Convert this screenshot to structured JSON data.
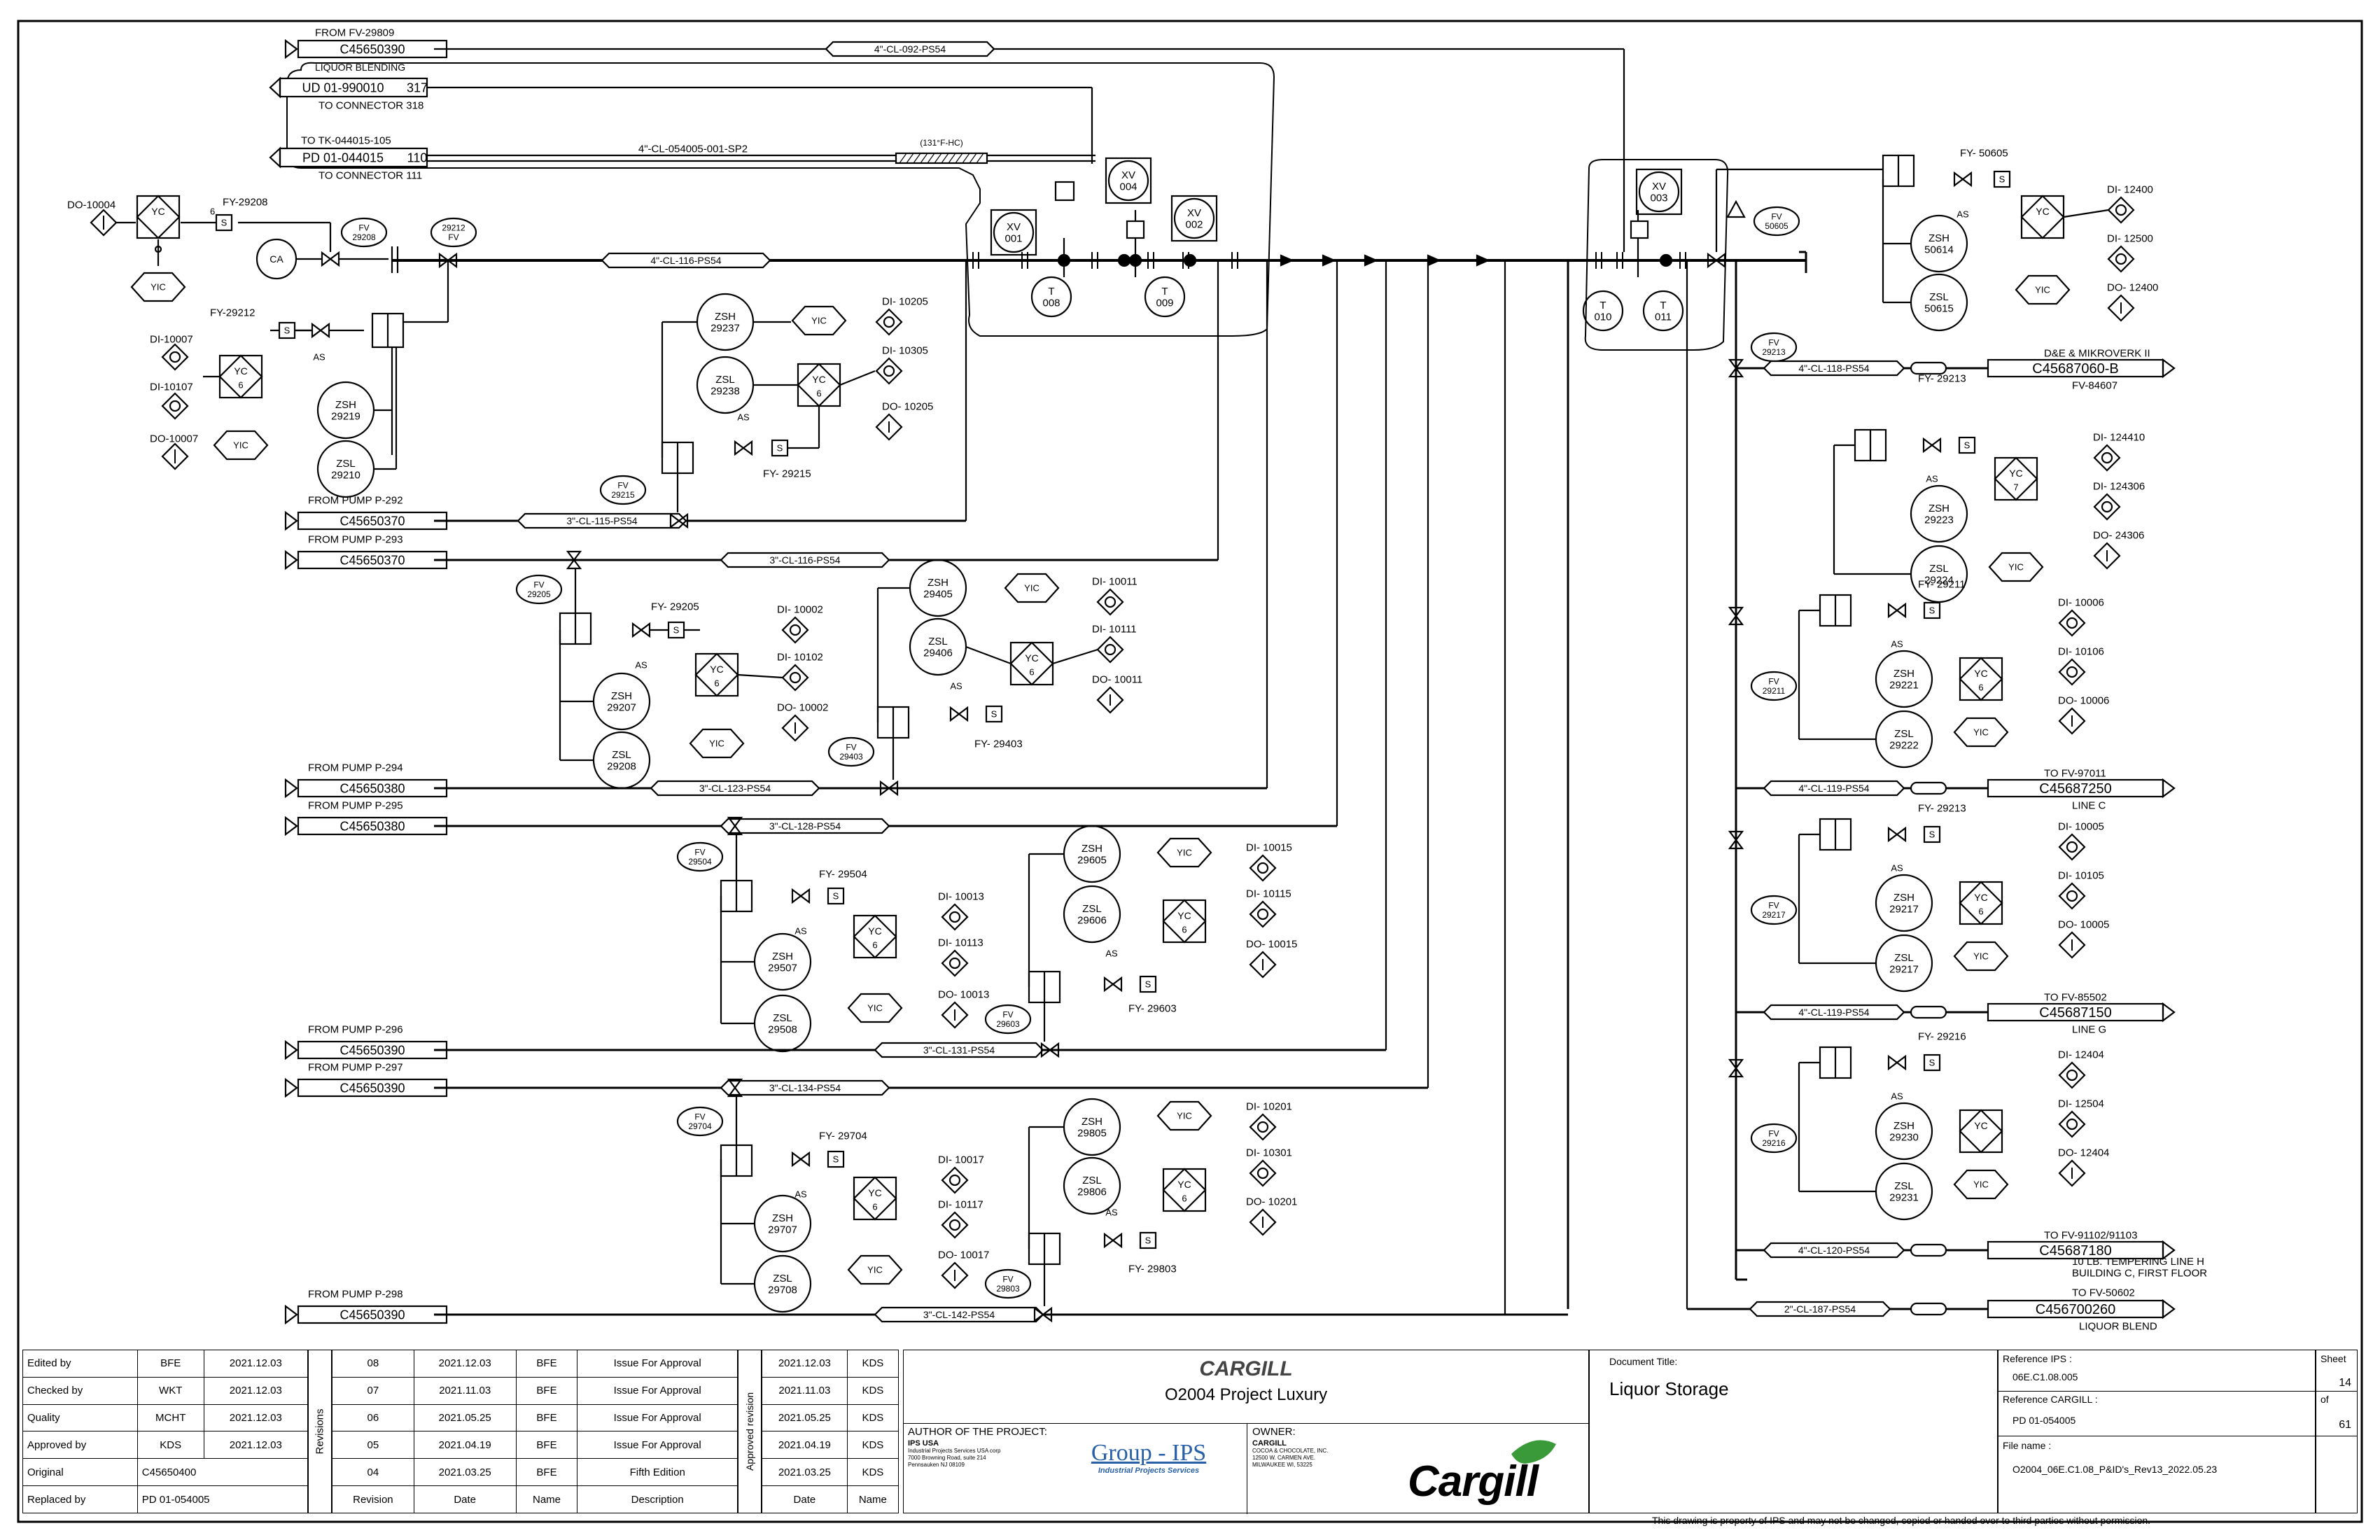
{
  "drawing": {
    "top_connectors": {
      "fv29809": {
        "from": "FROM FV-29809",
        "tag": "C45650390",
        "line": "4\"-CL-092-PS54"
      },
      "liquor_blending": {
        "label": "LIQUOR BLENDING",
        "tag": "UD 01-990010",
        "num": "317",
        "to": "TO CONNECTOR 318"
      },
      "tk044015": {
        "label": "TO TK-044015-105",
        "tag": "PD 01-044015",
        "num": "110",
        "to": "TO CONNECTOR 111",
        "line": "4\"-CL-054005-001-SP2",
        "heat": "(131°F-HC)"
      }
    },
    "header": {
      "line": "4\"-CL-116-PS54",
      "ca": "CA",
      "fv29208": "FV\n29208",
      "fv29212": "29212\nFV"
    },
    "left_group": {
      "do10004": "DO-10004",
      "fy29208": "FY-29208",
      "yc": "YC",
      "yic": "YIC",
      "fy29212": "FY-29212",
      "as": "AS",
      "di10007": "DI-10007",
      "di10107": "DI-10107",
      "do10007": "DO-10007",
      "zsh29219": "ZSH\n29219",
      "zsl29210": "ZSL\n29210",
      "six": "6",
      "s": "S"
    },
    "xv": {
      "xv001": "XV\n001",
      "xv004": "XV\n004",
      "xv002": "XV\n002",
      "xv003": "XV\n003",
      "t008": "T\n008",
      "t009": "T\n009",
      "t010": "T\n010",
      "t011": "T\n011"
    },
    "pump_groups": [
      {
        "from": "FROM PUMP P-292",
        "tag": "C45650370",
        "line": "3\"-CL-115-PS54",
        "fv": "FV\n29215",
        "fy": "FY- 29215",
        "zsh": "ZSH\n29237",
        "zsl": "ZSL\n29238",
        "di1": "DI- 10205",
        "di2": "DI- 10305",
        "do": "DO- 10205"
      },
      {
        "from": "FROM PUMP P-293",
        "tag": "C45650370",
        "line": "3\"-CL-116-PS54",
        "fv": "FV\n29205",
        "fy": "FY- 29205",
        "zsh": "ZSH\n29207",
        "zsl": "ZSL\n29208",
        "di1": "DI- 10002",
        "di2": "DI- 10102",
        "do": "DO- 10002"
      },
      {
        "from": "FROM PUMP P-294",
        "tag": "C45650380",
        "line": "3\"-CL-123-PS54",
        "fv": "FV\n29403",
        "fy": "FY- 29403",
        "zsh": "ZSH\n29405",
        "zsl": "ZSL\n29406",
        "di1": "DI- 10011",
        "di2": "DI- 10111",
        "do": "DO- 10011"
      },
      {
        "from": "FROM PUMP P-295",
        "tag": "C45650380",
        "line": "3\"-CL-128-PS54",
        "fv": "FV\n29504",
        "fy": "FY- 29504",
        "zsh": "ZSH\n29507",
        "zsl": "ZSL\n29508",
        "di1": "DI- 10013",
        "di2": "DI- 10113",
        "do": "DO- 10013"
      },
      {
        "from": "FROM PUMP P-296",
        "tag": "C45650390",
        "line": "3\"-CL-131-PS54",
        "fv": "FV\n29603",
        "fy": "FY- 29603",
        "zsh": "ZSH\n29605",
        "zsl": "ZSL\n29606",
        "di1": "DI- 10015",
        "di2": "DI- 10115",
        "do": "DO- 10015"
      },
      {
        "from": "FROM PUMP P-297",
        "tag": "C45650390",
        "line": "3\"-CL-134-PS54",
        "fv": "FV\n29704",
        "fy": "FY- 29704",
        "zsh": "ZSH\n29707",
        "zsl": "ZSL\n29708",
        "di1": "DI- 10017",
        "di2": "DI- 10117",
        "do": "DO- 10017"
      },
      {
        "from": "FROM PUMP P-298",
        "tag": "C45650390",
        "line": "3\"-CL-142-PS54",
        "fv": "FV\n29803",
        "fy": "FY- 29803",
        "zsh": "ZSH\n29805",
        "zsl": "ZSL\n29806",
        "di1": "DI- 10201",
        "di2": "DI- 10301",
        "do": "DO- 10201"
      }
    ],
    "right_top": {
      "fv50605": "FV\n50605",
      "fy50605": "FY- 50605",
      "zsh": "ZSH\n50614",
      "zsl": "ZSL\n50615",
      "di1": "DI- 12400",
      "di2": "DI- 12500",
      "do": "DO- 12400"
    },
    "right_groups": [
      {
        "fv": "FV\n29213",
        "fy": "FY- 29213",
        "line": "4\"-CL-118-PS54",
        "tag": "C45687060-B",
        "top": "D&E & MIKROVERK II",
        "bottom": "FV-84607",
        "zsh": "ZSH\n29223",
        "zsl": "ZSL\n29224",
        "di1": "DI- 124410",
        "di2": "DI- 124306",
        "do": "DO- 24306",
        "yc_n": "7"
      },
      {
        "fv": "FV\n29211",
        "fy": "FY- 29211",
        "line": "4\"-CL-119-PS54",
        "tag": "C45687250",
        "top": "TO FV-97011",
        "bottom": "LINE C",
        "zsh": "ZSH\n29221",
        "zsl": "ZSL\n29222",
        "di1": "DI- 10006",
        "di2": "DI- 10106",
        "do": "DO- 10006",
        "yc_n": "6"
      },
      {
        "fv": "FV\n29217",
        "fy": "FY- 29213",
        "line": "4\"-CL-119-PS54",
        "tag": "C45687150",
        "top": "TO FV-85502",
        "bottom": "LINE G",
        "zsh": "ZSH\n29217",
        "zsl": "ZSL\n29217",
        "di1": "DI- 10005",
        "di2": "DI- 10105",
        "do": "DO- 10005",
        "yc_n": "6"
      },
      {
        "fv": "FV\n29216",
        "fy": "FY- 29216",
        "line": "4\"-CL-120-PS54",
        "tag": "C45687180",
        "top": "TO FV-91102/91103",
        "bottom": "10 LB. TEMPERING LINE H\nBUILDING C, FIRST FLOOR",
        "zsh": "ZSH\n29230",
        "zsl": "ZSL\n29231",
        "di1": "DI- 12404",
        "di2": "DI- 12504",
        "do": "DO- 12404",
        "yc_n": ""
      }
    ],
    "liquor_blend": {
      "line": "2\"-CL-187-PS54",
      "tag": "C456700260",
      "top": "TO FV-50602",
      "bottom": "LIQUOR BLEND"
    }
  },
  "title_block": {
    "approvals": [
      {
        "role": "Edited by",
        "name": "BFE",
        "date": "2021.12.03"
      },
      {
        "role": "Checked by",
        "name": "WKT",
        "date": "2021.12.03"
      },
      {
        "role": "Quality",
        "name": "MCHT",
        "date": "2021.12.03"
      },
      {
        "role": "Approved by",
        "name": "KDS",
        "date": "2021.12.03"
      }
    ],
    "original_label": "Original",
    "original_value": "C45650400",
    "replaced_label": "Replaced by",
    "replaced_value": "PD 01-054005",
    "revisions_label": "Revisions",
    "approved_revision_label": "Approved revision",
    "revisions": [
      {
        "rev": "08",
        "date": "2021.12.03",
        "name": "BFE",
        "desc": "Issue For Approval",
        "appr_date": "2021.12.03",
        "appr_name": "KDS"
      },
      {
        "rev": "07",
        "date": "2021.11.03",
        "name": "BFE",
        "desc": "Issue For Approval",
        "appr_date": "2021.11.03",
        "appr_name": "KDS"
      },
      {
        "rev": "06",
        "date": "2021.05.25",
        "name": "BFE",
        "desc": "Issue For Approval",
        "appr_date": "2021.05.25",
        "appr_name": "KDS"
      },
      {
        "rev": "05",
        "date": "2021.04.19",
        "name": "BFE",
        "desc": "Issue For Approval",
        "appr_date": "2021.04.19",
        "appr_name": "KDS"
      },
      {
        "rev": "04",
        "date": "2021.03.25",
        "name": "BFE",
        "desc": "Fifth Edition",
        "appr_date": "2021.03.25",
        "appr_name": "KDS"
      }
    ],
    "rev_headers": {
      "revision": "Revision",
      "date": "Date",
      "name": "Name",
      "description": "Description",
      "appr_date": "Date",
      "appr_name": "Name"
    },
    "client": "CARGILL",
    "project": "O2004 Project Luxury",
    "author_label": "AUTHOR OF THE PROJECT:",
    "author_name": "IPS USA",
    "author_addr": "Industrial Projects Services USA corp\n7000 Browning Road, suite 214\nPennsauken NJ 08109",
    "group_ips": "Group - IPS",
    "group_ips_sub": "Industrial Projects Services",
    "owner_label": "OWNER:",
    "owner_name": "CARGILL",
    "owner_addr": "COCOA & CHOCOLATE, INC.\n12500 W. CARMEN AVE.\nMILWAUKEE WI, 53225",
    "cargill_logo": "Cargill",
    "doc_title_label": "Document Title:",
    "doc_title": "Liquor Storage",
    "ref_ips_label": "Reference IPS :",
    "ref_ips": "06E.C1.08.005",
    "ref_cargill_label": "Reference CARGILL :",
    "ref_cargill": "PD 01-054005",
    "file_label": "File name :",
    "file_name": "O2004_06E.C1.08_P&ID's_Rev13_2022.05.23",
    "sheet_label": "Sheet",
    "sheet_no": "14",
    "of_label": "of",
    "sheet_total": "61",
    "disclaimer": "This drawing is property of IPS and may not be changed, copied or handed over to third parties without permission."
  }
}
